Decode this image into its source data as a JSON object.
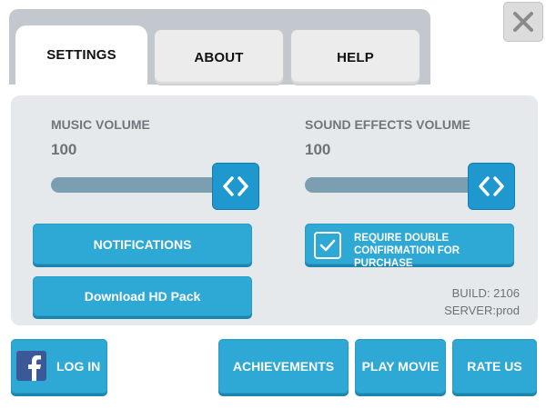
{
  "tabs": [
    {
      "label": "SETTINGS",
      "active": true
    },
    {
      "label": "ABOUT",
      "active": false
    },
    {
      "label": "HELP",
      "active": false
    }
  ],
  "close_icon": "close-icon",
  "music": {
    "label": "MUSIC VOLUME",
    "value": "100",
    "level_percent": 100
  },
  "sfx": {
    "label": "SOUND EFFECTS VOLUME",
    "value": "100",
    "level_percent": 100
  },
  "buttons": {
    "notifications": "NOTIFICATIONS",
    "download_hd": "Download HD Pack",
    "double_confirm_line1": "REQUIRE DOUBLE",
    "double_confirm_line2": "CONFIRMATION FOR PURCHASE",
    "double_confirm_checked": true
  },
  "build_info": {
    "build": "BUILD: 2106",
    "server": "SERVER:prod"
  },
  "bottom": {
    "login": "LOG IN",
    "achievements": "ACHIEVEMENTS",
    "play_movie": "PLAY MOVIE",
    "rate_us": "RATE US"
  },
  "colors": {
    "button_blue": "#2ea9d6",
    "knob_blue": "#1f97cf",
    "panel_gray": "#e6e9ec",
    "track": "#7b9eb0",
    "facebook_blue": "#3b5998"
  }
}
